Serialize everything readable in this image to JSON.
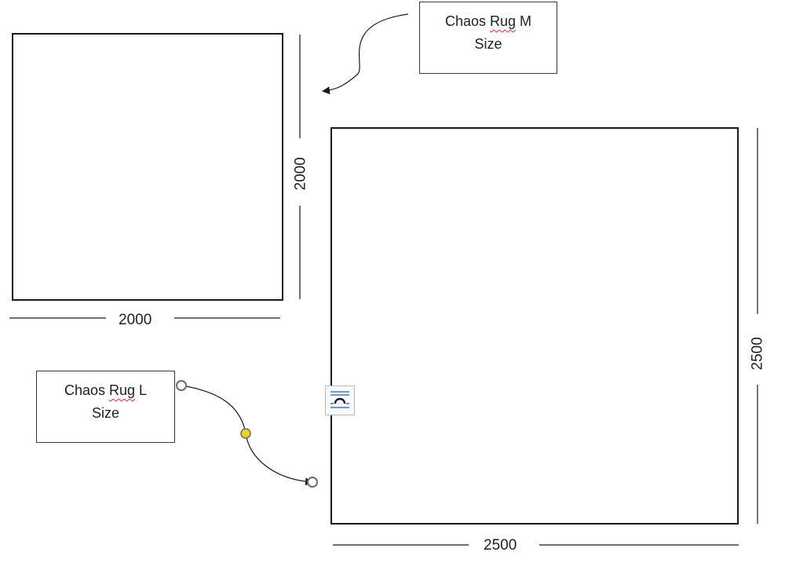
{
  "rug_m": {
    "callout_title": "Chaos Rug M",
    "callout_size": "Size",
    "width_label": "2000",
    "height_label": "2000"
  },
  "rug_l": {
    "callout_title": "Chaos Rug L",
    "callout_size": "Size",
    "width_label": "2500",
    "height_label": "2500"
  },
  "icons": {
    "layout_options": "layout-options-icon"
  },
  "colors": {
    "stroke": "#1a1a1a",
    "handle_fill": "#f0d020",
    "squiggle": "#e03030",
    "icon_blue": "#3b7cc4"
  }
}
